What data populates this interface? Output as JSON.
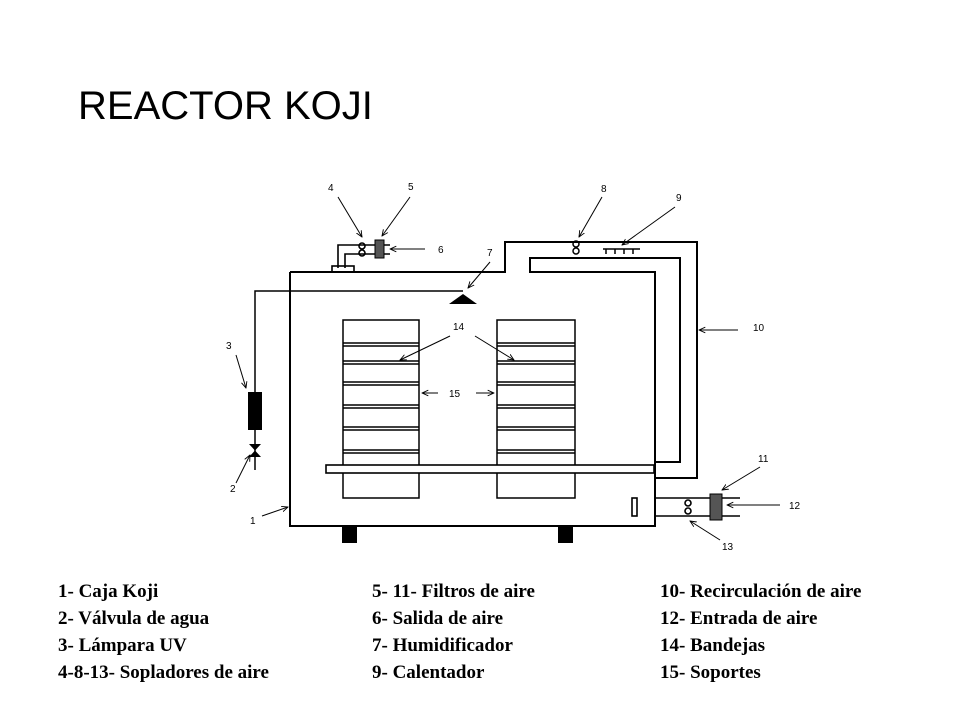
{
  "title": "REACTOR KOJI",
  "callouts": {
    "n1": "1",
    "n2": "2",
    "n3": "3",
    "n4": "4",
    "n5": "5",
    "n6": "6",
    "n7": "7",
    "n8": "8",
    "n9": "9",
    "n10": "10",
    "n11": "11",
    "n12": "12",
    "n13": "13",
    "n14": "14",
    "n15": "15"
  },
  "legend": {
    "col1": [
      "1- Caja Koji",
      "2- Válvula de agua",
      "3- Lámpara UV",
      "4-8-13- Sopladores de aire"
    ],
    "col2": [
      "5- 11- Filtros de aire",
      "6- Salida de aire",
      "7- Humidificador",
      "9- Calentador"
    ],
    "col3": [
      "10- Recirculación de aire",
      "12- Entrada de aire",
      "14- Bandejas",
      "15- Soportes"
    ]
  }
}
